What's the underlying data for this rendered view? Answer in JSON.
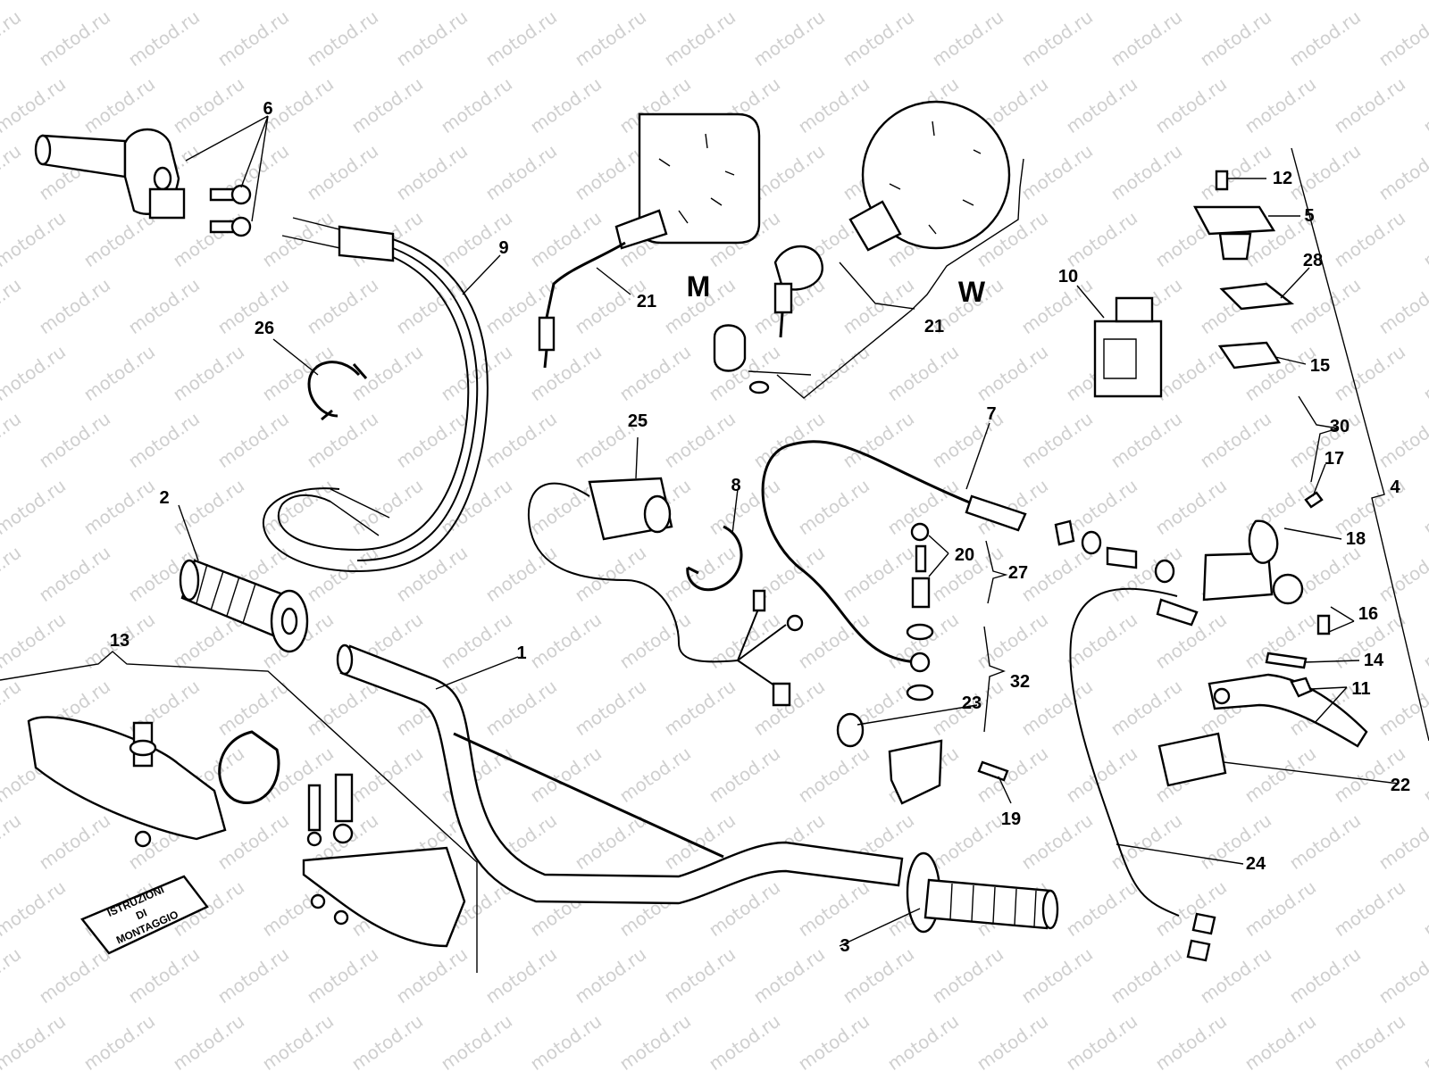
{
  "watermark": "motod.ru",
  "book_text": [
    "ISTRUZIONI",
    "DI",
    "MONTAGGIO"
  ],
  "variants": {
    "m": "M",
    "w": "W"
  },
  "callouts": {
    "c1": "1",
    "c2": "2",
    "c3": "3",
    "c4": "4",
    "c5": "5",
    "c6": "6",
    "c7": "7",
    "c8": "8",
    "c9": "9",
    "c10": "10",
    "c11": "11",
    "c12": "12",
    "c13": "13",
    "c14": "14",
    "c15": "15",
    "c16": "16",
    "c17": "17",
    "c18": "18",
    "c19": "19",
    "c20": "20",
    "c21a": "21",
    "c21b": "21",
    "c22": "22",
    "c23": "23",
    "c24": "24",
    "c25": "25",
    "c26": "26",
    "c27": "27",
    "c28": "28",
    "c30": "30",
    "c32": "32"
  }
}
